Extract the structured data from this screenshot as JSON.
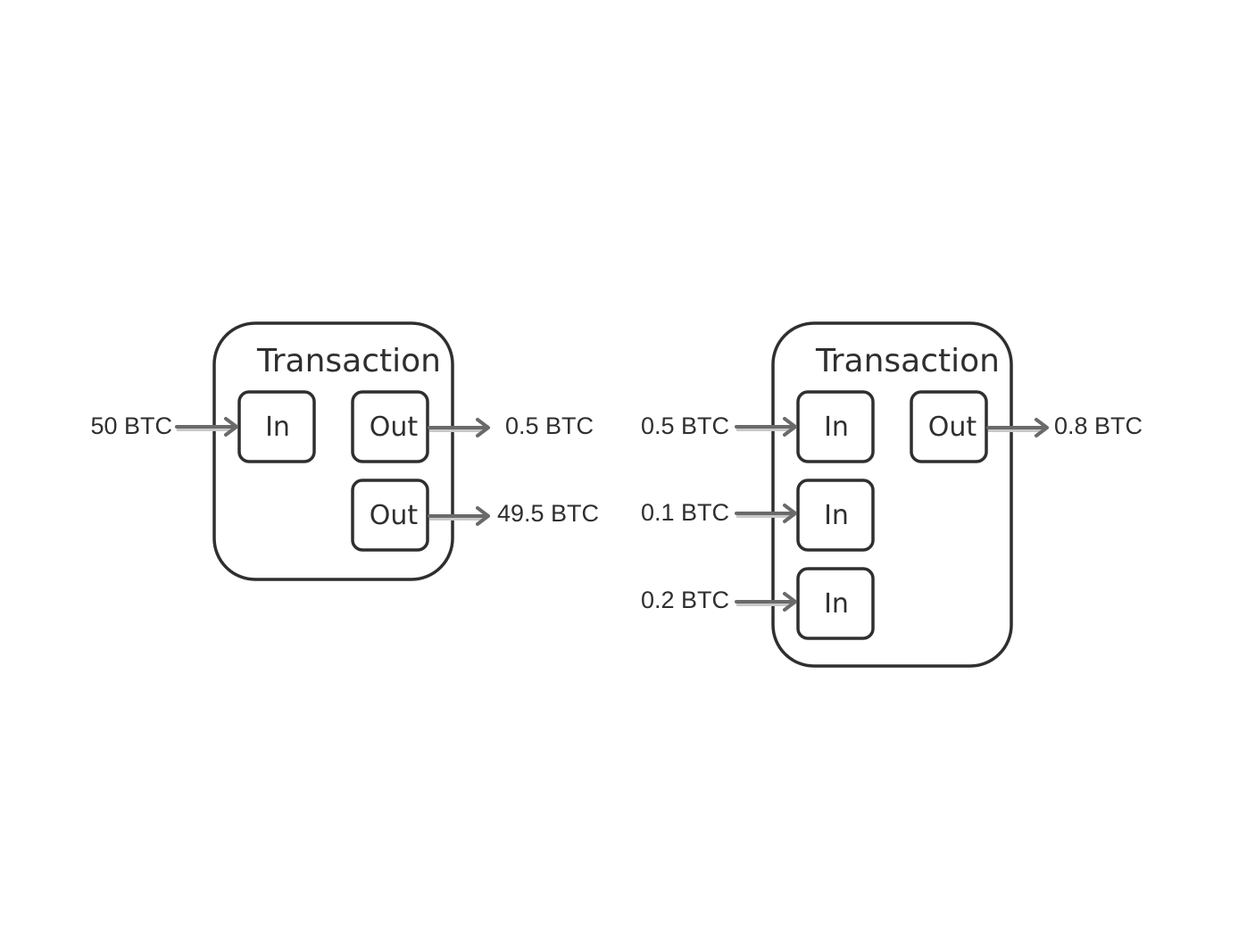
{
  "transactions": [
    {
      "title": "Transaction",
      "inputs": [
        {
          "label": "In",
          "amount": "50 BTC"
        }
      ],
      "outputs": [
        {
          "label": "Out",
          "amount": "0.5 BTC"
        },
        {
          "label": "Out",
          "amount": "49.5 BTC"
        }
      ]
    },
    {
      "title": "Transaction",
      "inputs": [
        {
          "label": "In",
          "amount": "0.5 BTC"
        },
        {
          "label": "In",
          "amount": "0.1 BTC"
        },
        {
          "label": "In",
          "amount": "0.2 BTC"
        }
      ],
      "outputs": [
        {
          "label": "Out",
          "amount": "0.8 BTC"
        }
      ]
    }
  ],
  "colors": {
    "stroke": "#2f2f2f",
    "arrow": "#6a6a6a"
  }
}
